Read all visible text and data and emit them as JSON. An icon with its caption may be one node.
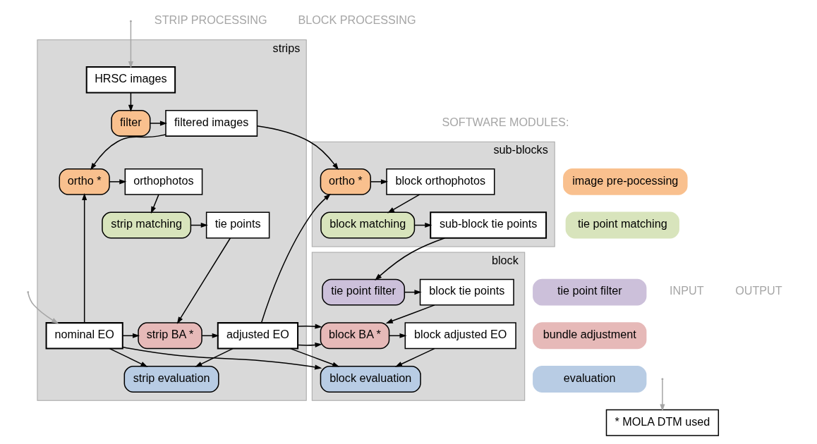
{
  "diagram": {
    "nodes": [
      {
        "text": [
          "strips"
        ]
      },
      {
        "text": [
          "HRSC images"
        ],
        "in": 0
      },
      {
        "text": [
          "filter"
        ],
        "in": 0
      },
      {
        "text": [
          "filtered images"
        ],
        "in": 0
      },
      {
        "text": [
          "ortho *"
        ],
        "in": 0
      },
      {
        "text": [
          "orthophotos"
        ],
        "in": 0
      },
      {
        "text": [
          "strip matching"
        ],
        "in": 0
      },
      {
        "text": [
          "tie points"
        ],
        "in": 0
      },
      {
        "text": [
          "nominal EO"
        ],
        "in": 0
      },
      {
        "text": [
          "strip BA *"
        ],
        "in": 0
      },
      {
        "text": [
          "adjusted EO"
        ],
        "in": 0
      },
      {
        "text": [
          "strip evaluation"
        ],
        "in": 0
      },
      {
        "text": [
          "sub-blocks"
        ]
      },
      {
        "text": [
          "ortho *"
        ],
        "in": 12
      },
      {
        "text": [
          "block orthophotos"
        ],
        "in": 12
      },
      {
        "text": [
          "block matching"
        ],
        "in": 12
      },
      {
        "text": [
          "sub-block tie points"
        ],
        "in": 12
      },
      {
        "text": [
          "block"
        ]
      },
      {
        "text": [
          "tie point filter"
        ],
        "in": 17
      },
      {
        "text": [
          "block tie points"
        ],
        "in": 17
      },
      {
        "text": [
          "block BA *"
        ],
        "in": 17
      },
      {
        "text": [
          "block adjusted EO"
        ],
        "in": 17
      },
      {
        "text": [
          "block evaluation"
        ],
        "in": 17
      },
      {
        "text": [
          "* MOLA DTM used"
        ]
      }
    ],
    "edges": [
      {
        "from": null,
        "to": 1,
        "arrow": "to",
        "color": "#a6a6a6"
      },
      {
        "from": null,
        "to": 8,
        "arrow": "to",
        "color": "#a6a6a6"
      },
      {
        "from": null,
        "to": 23,
        "arrow": "to",
        "color": "#a6a6a6"
      },
      {
        "from": 1,
        "to": 2,
        "arrow": "to"
      },
      {
        "from": 2,
        "to": 3,
        "arrow": "to"
      },
      {
        "from": 3,
        "to": 4,
        "arrow": "to"
      },
      {
        "from": 3,
        "to": 13,
        "arrow": "to"
      },
      {
        "from": 8,
        "to": 4,
        "arrow": "to"
      },
      {
        "from": 4,
        "to": 5,
        "arrow": "to"
      },
      {
        "from": 5,
        "to": 6,
        "arrow": "to"
      },
      {
        "from": 6,
        "to": 7,
        "arrow": "to"
      },
      {
        "from": 7,
        "to": 9,
        "arrow": "to"
      },
      {
        "from": 8,
        "to": 9,
        "arrow": "to"
      },
      {
        "from": 9,
        "to": 10,
        "arrow": "to"
      },
      {
        "from": 10,
        "to": 11,
        "arrow": "to"
      },
      {
        "from": 8,
        "to": 11,
        "arrow": "to"
      },
      {
        "from": 10,
        "to": 13,
        "arrow": "to"
      },
      {
        "from": 10,
        "to": 20,
        "arrow": "to"
      },
      {
        "from": 10,
        "to": 22,
        "arrow": "to"
      },
      {
        "from": 8,
        "to": 22,
        "arrow": "to"
      },
      {
        "from": 13,
        "to": 14,
        "arrow": "to"
      },
      {
        "from": 14,
        "to": 15,
        "arrow": "to"
      },
      {
        "from": 15,
        "to": 16,
        "arrow": "to"
      },
      {
        "from": 16,
        "to": 18,
        "arrow": "to"
      },
      {
        "from": 18,
        "to": 19,
        "arrow": "to"
      },
      {
        "from": 19,
        "to": 20,
        "arrow": "to"
      },
      {
        "from": 20,
        "to": 21,
        "arrow": "to"
      },
      {
        "from": 21,
        "to": 22,
        "arrow": "to"
      }
    ],
    "labels": [
      "STRIP PROCESSING",
      "BLOCK PROCESSING",
      "INPUT",
      "OUTPUT",
      "SOFTWARE MODULES:"
    ],
    "legend": [
      {
        "text": "image pre-pocessing",
        "color": "#f9c08e"
      },
      {
        "text": "tie point matching",
        "color": "#d8e4bc"
      },
      {
        "text": "tie point filter",
        "color": "#ccc0da"
      },
      {
        "text": "bundle adjustment",
        "color": "#e6b9b8"
      },
      {
        "text": "evaluation",
        "color": "#b8cce4"
      }
    ]
  }
}
